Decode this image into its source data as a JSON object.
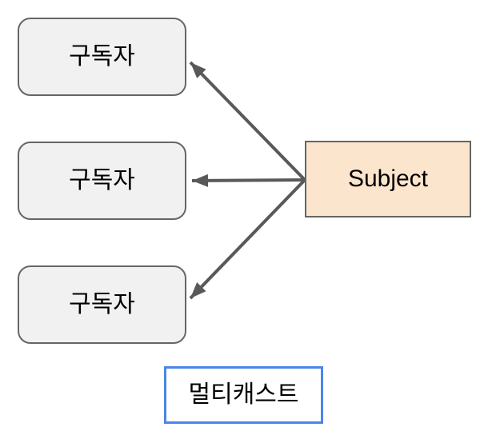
{
  "diagram": {
    "title_hint": "Subject multicast diagram",
    "subscribers": [
      {
        "label": "구독자"
      },
      {
        "label": "구독자"
      },
      {
        "label": "구독자"
      }
    ],
    "subject": {
      "label": "Subject"
    },
    "caption": {
      "label": "멀티캐스트"
    },
    "arrows": [
      {
        "from": "subject",
        "to": "subscriber-1"
      },
      {
        "from": "subject",
        "to": "subscriber-2"
      },
      {
        "from": "subject",
        "to": "subscriber-3"
      }
    ],
    "colors": {
      "subscriber_fill": "#f1f1f1",
      "subscriber_border": "#666666",
      "subject_fill": "#fce5cd",
      "subject_border": "#666666",
      "caption_border": "#4a86e8",
      "caption_fill": "#ffffff",
      "arrow": "#595959",
      "text": "#000000",
      "background": "#ffffff"
    }
  }
}
